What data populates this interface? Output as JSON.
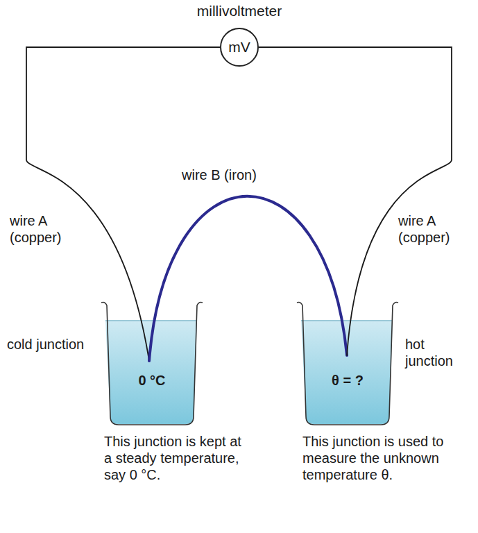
{
  "diagram": {
    "nodes": [
      {
        "text": [
          "millivoltmeter",
          "mV"
        ]
      },
      {
        "text": [
          "0 °C"
        ]
      },
      {
        "text": [
          "θ = ?"
        ]
      }
    ],
    "edges": [
      {
        "from": 0,
        "to": 1,
        "arrow": "none",
        "label": "wire A (copper)"
      },
      {
        "from": 1,
        "to": 2,
        "arrow": "none",
        "label": "wire B (iron)"
      },
      {
        "from": 0,
        "to": 2,
        "arrow": "none",
        "label": "wire A (copper)"
      }
    ],
    "labels": [
      "cold junction",
      "hot junction",
      "This junction is kept at a steady temperature, say 0 °C.",
      "This junction is used to measure the unknown temperature θ."
    ]
  }
}
